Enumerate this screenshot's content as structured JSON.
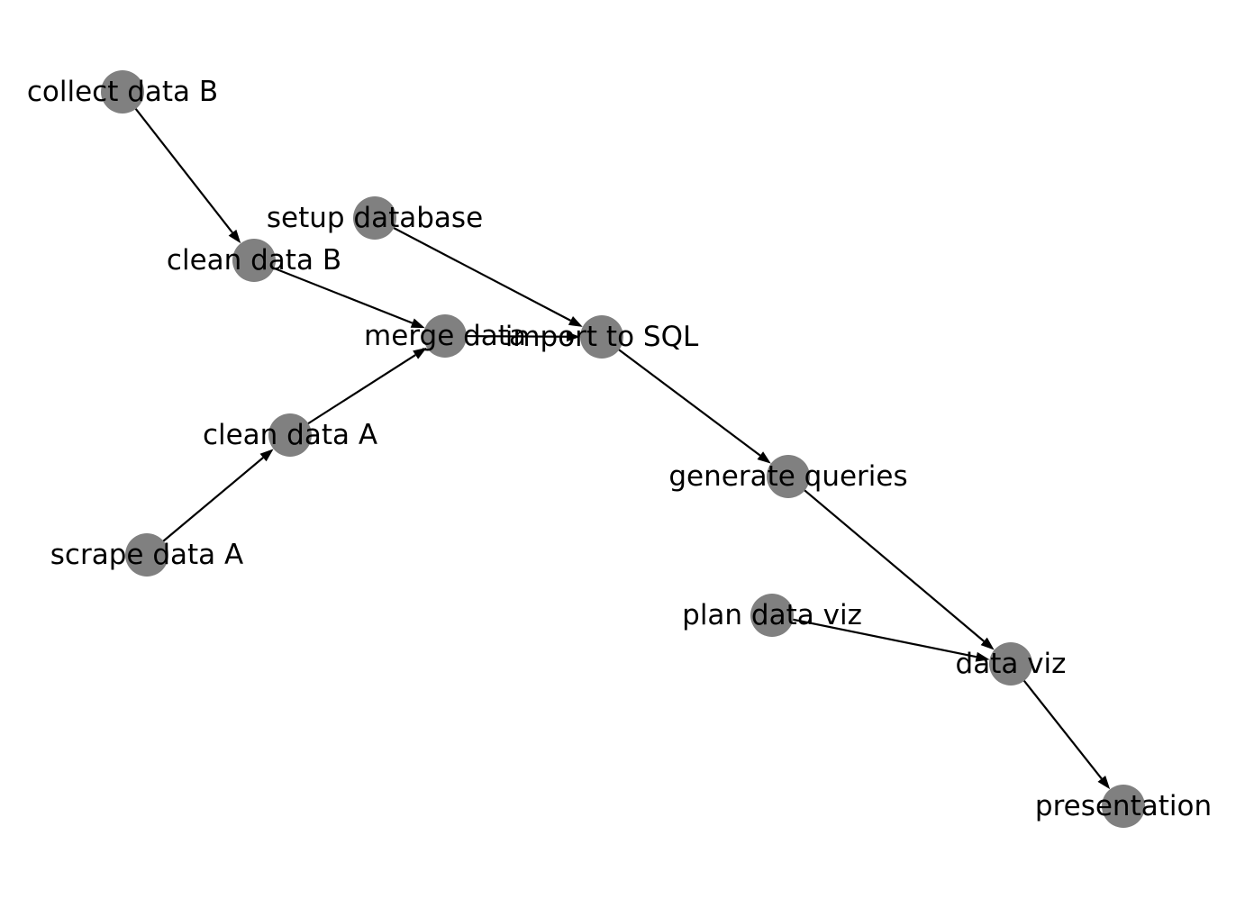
{
  "diagram": {
    "type": "directed-graph",
    "node_color": "#808080",
    "edge_color": "#000000",
    "nodes": [
      {
        "id": "collect_b",
        "label": "collect data B"
      },
      {
        "id": "clean_b",
        "label": "clean data B"
      },
      {
        "id": "setup_db",
        "label": "setup database"
      },
      {
        "id": "merge",
        "label": "merge data"
      },
      {
        "id": "import_sql",
        "label": "import to SQL"
      },
      {
        "id": "clean_a",
        "label": "clean data A"
      },
      {
        "id": "scrape_a",
        "label": "scrape data A"
      },
      {
        "id": "gen_queries",
        "label": "generate queries"
      },
      {
        "id": "plan_viz",
        "label": "plan data viz"
      },
      {
        "id": "data_viz",
        "label": "data viz"
      },
      {
        "id": "presentation",
        "label": "presentation"
      }
    ],
    "edges": [
      {
        "from": "collect_b",
        "to": "clean_b"
      },
      {
        "from": "clean_b",
        "to": "merge"
      },
      {
        "from": "scrape_a",
        "to": "clean_a"
      },
      {
        "from": "clean_a",
        "to": "merge"
      },
      {
        "from": "merge",
        "to": "import_sql"
      },
      {
        "from": "setup_db",
        "to": "import_sql"
      },
      {
        "from": "import_sql",
        "to": "gen_queries"
      },
      {
        "from": "gen_queries",
        "to": "data_viz"
      },
      {
        "from": "plan_viz",
        "to": "data_viz"
      },
      {
        "from": "data_viz",
        "to": "presentation"
      }
    ]
  }
}
